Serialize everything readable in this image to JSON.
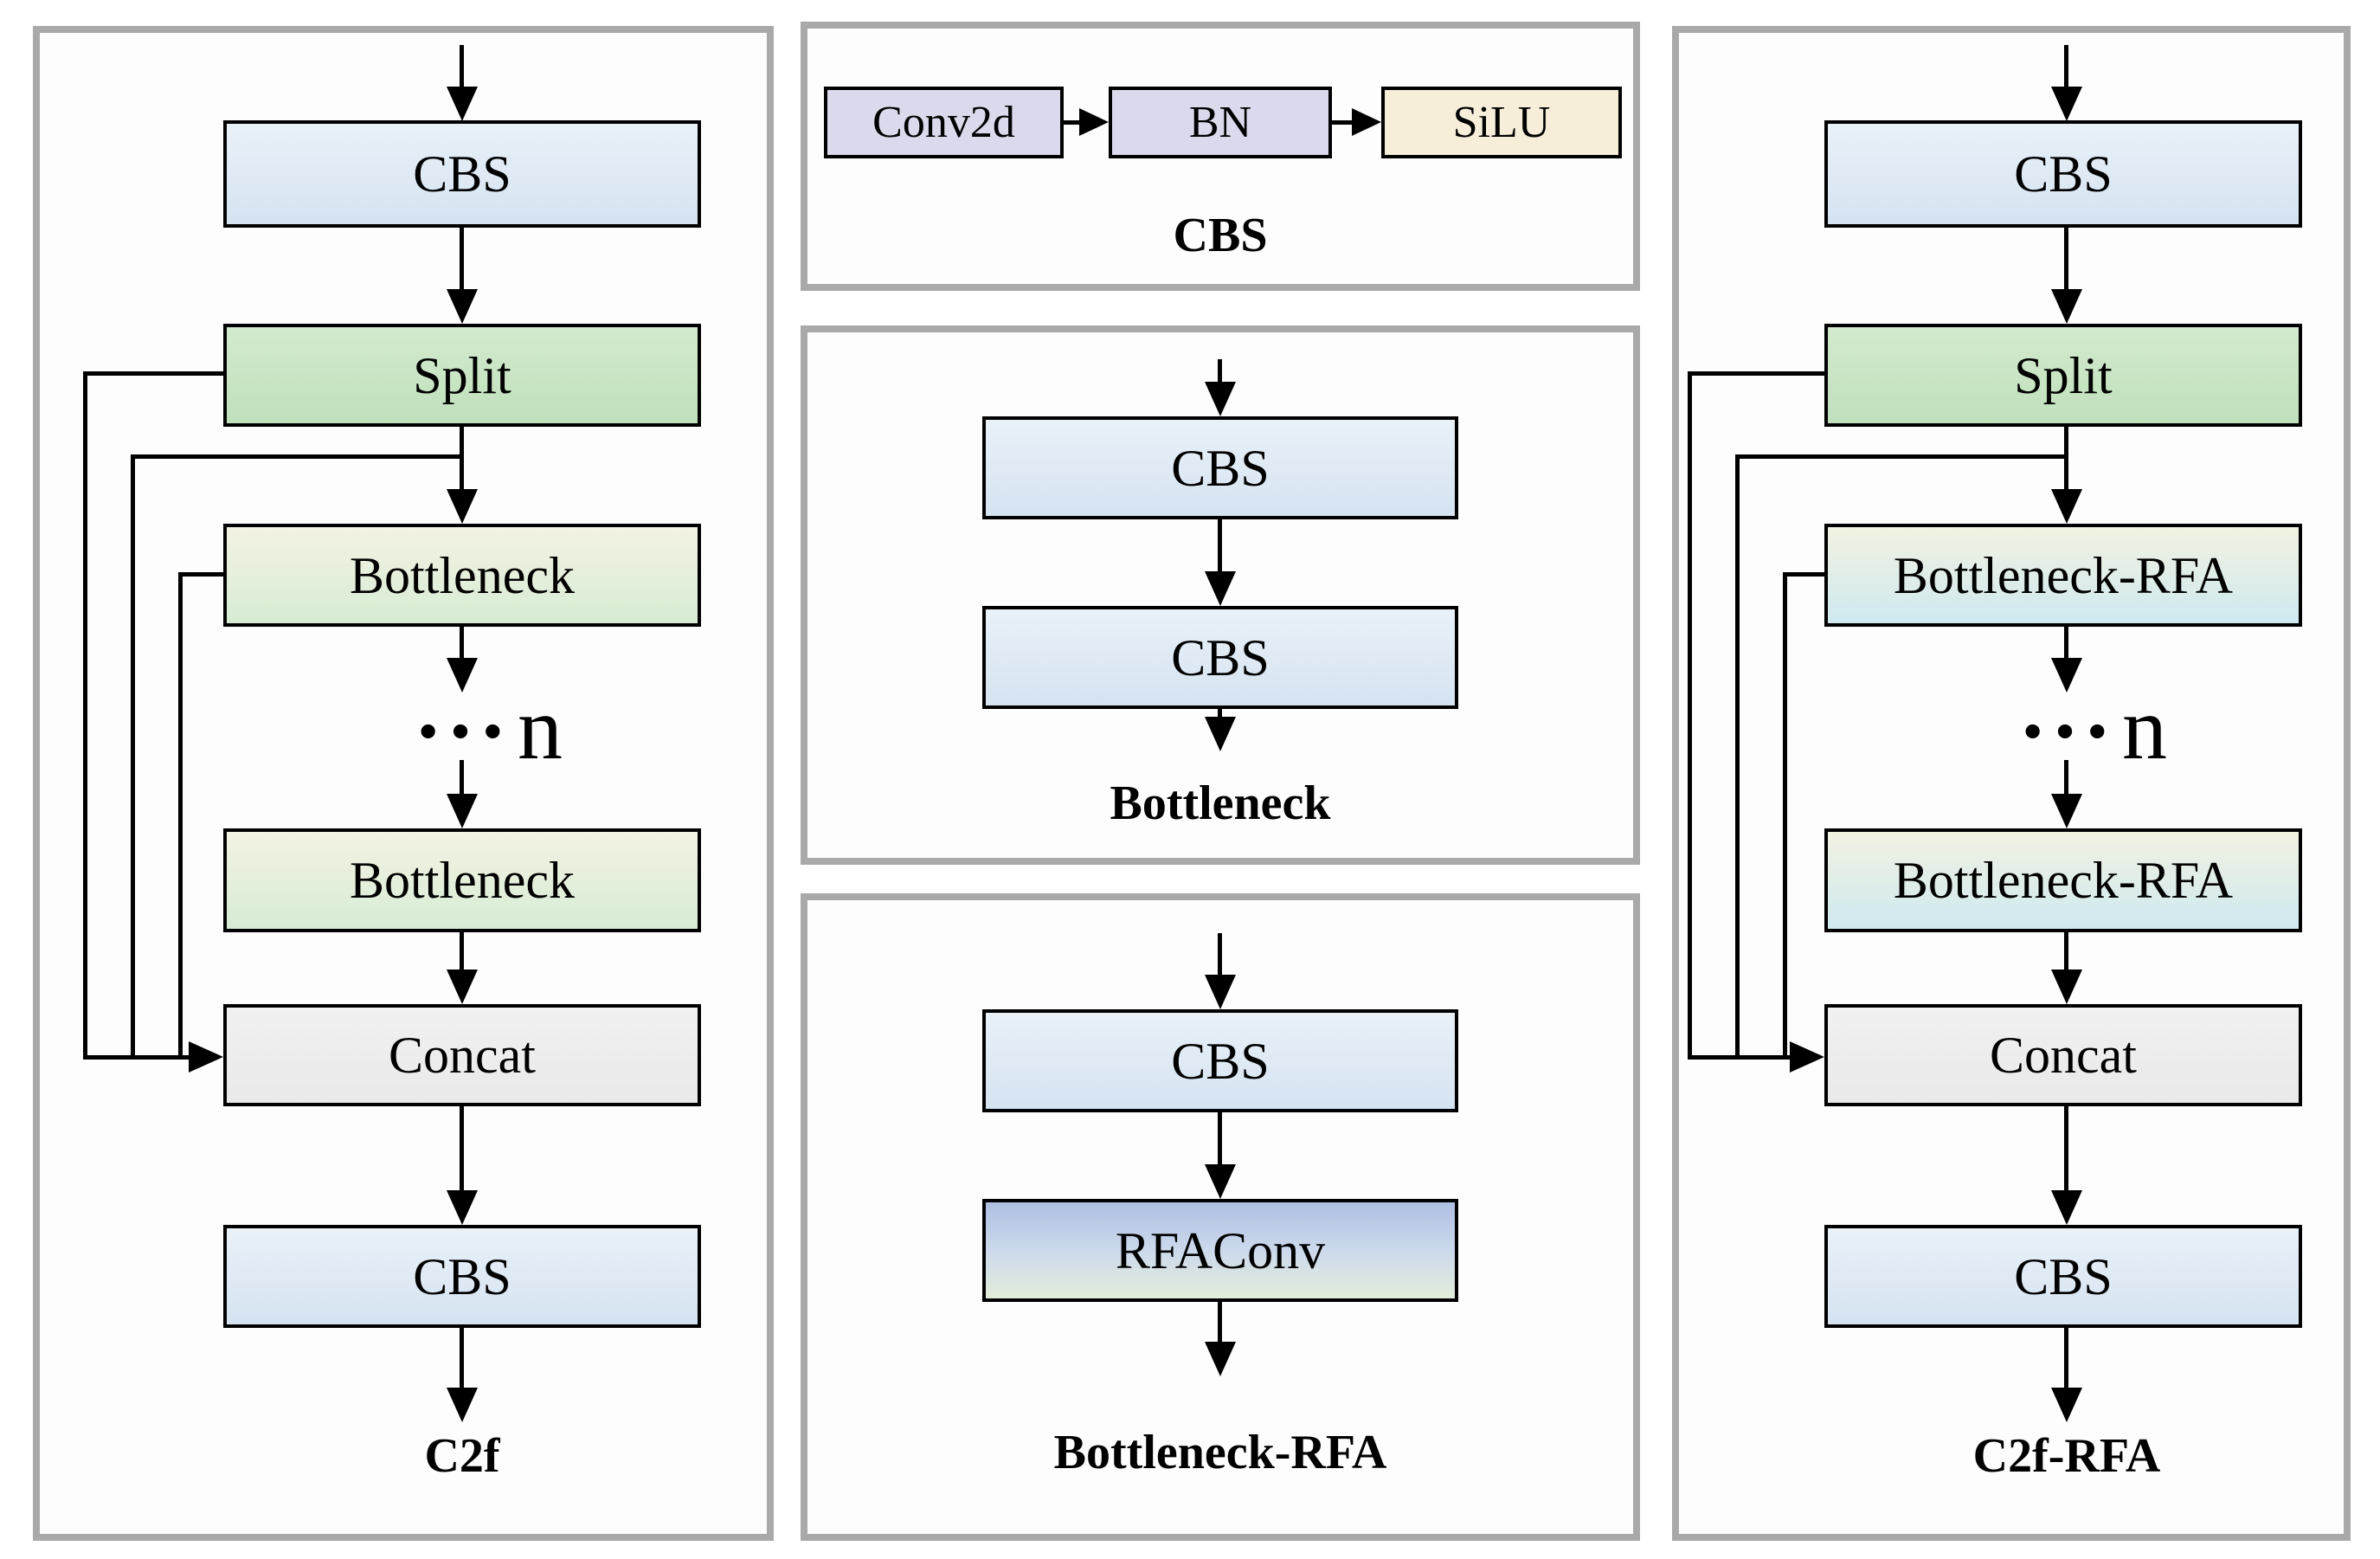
{
  "figure": {
    "kind": "neural-network-module-diagram"
  },
  "colors": {
    "panel_border": "#a9a9a9",
    "node_border": "#000000",
    "cbs_fill_top": "#e9f1f8",
    "cbs_fill_bottom": "#d5e3f1",
    "split_fill_top": "#d2eacd",
    "split_fill_bottom": "#c0e0bc",
    "bottleneck_fill_top": "#f3f3e3",
    "bottleneck_fill_bottom": "#d7ecd4",
    "bottleneck_rfa_fill_top": "#f2f2e1",
    "bottleneck_rfa_fill_bottom": "#cfe9f0",
    "concat_fill": "#efefef",
    "conv2d_bn_fill": "#dbdaec",
    "silu_fill": "#f6eed9",
    "rfaconv_fill_top": "#aebfe2",
    "rfaconv_fill_bottom": "#e3edda",
    "arrow": "#000000"
  },
  "panels": {
    "c2f": {
      "caption": "C2f",
      "ellipsis": "···",
      "repeat": "n",
      "nodes": {
        "cbs_top": "CBS",
        "split": "Split",
        "bottleneck1": "Bottleneck",
        "bottleneck2": "Bottleneck",
        "concat": "Concat",
        "cbs_bottom": "CBS"
      }
    },
    "cbs_def": {
      "caption": "CBS",
      "nodes": {
        "conv2d": "Conv2d",
        "bn": "BN",
        "silu": "SiLU"
      }
    },
    "bottleneck_def": {
      "caption": "Bottleneck",
      "nodes": {
        "cbs1": "CBS",
        "cbs2": "CBS"
      }
    },
    "bottleneck_rfa_def": {
      "caption": "Bottleneck-RFA",
      "nodes": {
        "cbs": "CBS",
        "rfaconv": "RFAConv"
      }
    },
    "c2f_rfa": {
      "caption": "C2f-RFA",
      "ellipsis": "···",
      "repeat": "n",
      "nodes": {
        "cbs_top": "CBS",
        "split": "Split",
        "bottleneck_rfa1": "Bottleneck-RFA",
        "bottleneck_rfa2": "Bottleneck-RFA",
        "concat": "Concat",
        "cbs_bottom": "CBS"
      }
    }
  }
}
